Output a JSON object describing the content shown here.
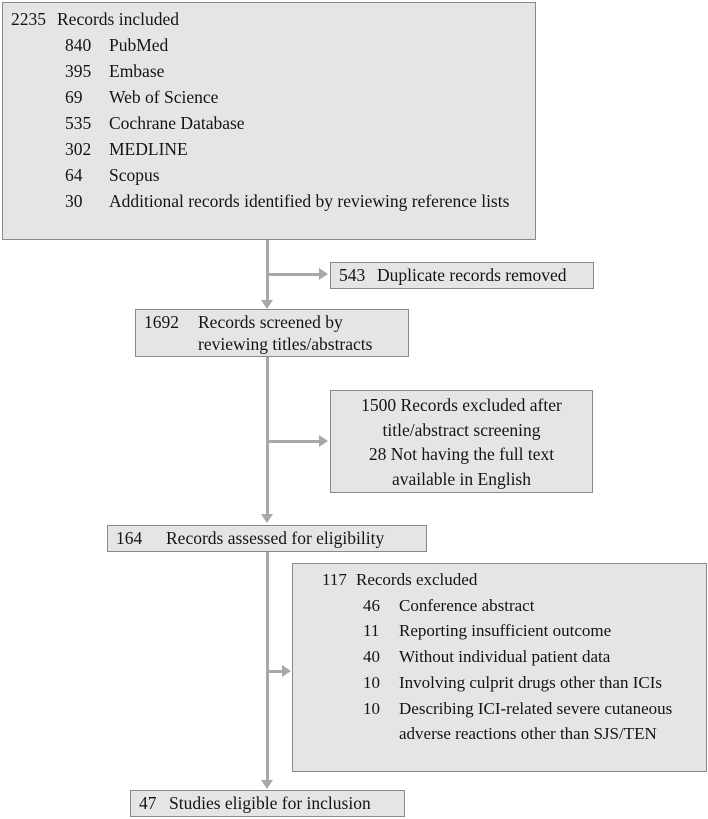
{
  "flow": {
    "included": {
      "number": "2235",
      "label": "Records included",
      "sources": [
        {
          "number": "840",
          "label": "PubMed"
        },
        {
          "number": "395",
          "label": "Embase"
        },
        {
          "number": "69",
          "label": "Web of Science"
        },
        {
          "number": "535",
          "label": "Cochrane Database"
        },
        {
          "number": "302",
          "label": "MEDLINE"
        },
        {
          "number": "64",
          "label": "Scopus"
        },
        {
          "number": "30",
          "label": "Additional records identified by reviewing reference lists"
        }
      ]
    },
    "duplicates": {
      "number": "543",
      "label": "Duplicate records removed"
    },
    "screened": {
      "number": "1692",
      "label": "Records screened by reviewing titles/abstracts"
    },
    "screening_excluded": {
      "items": [
        {
          "number": "1500",
          "label": "Records excluded after title/abstract screening"
        },
        {
          "number": "28",
          "label": "Not having the full text available in English"
        }
      ]
    },
    "assessed": {
      "number": "164",
      "label": "Records assessed for eligibility"
    },
    "eligibility_excluded": {
      "number": "117",
      "label": "Records excluded",
      "reasons": [
        {
          "number": "46",
          "label": "Conference abstract"
        },
        {
          "number": "11",
          "label": "Reporting insufficient outcome"
        },
        {
          "number": "40",
          "label": "Without individual patient data"
        },
        {
          "number": "10",
          "label": "Involving culprit drugs other than ICIs"
        },
        {
          "number": "10",
          "label": "Describing ICI-related severe cutaneous adverse reactions other than SJS/TEN"
        }
      ]
    },
    "eligible": {
      "number": "47",
      "label": "Studies eligible for inclusion"
    }
  },
  "colors": {
    "box-fill": "#e5e5e5",
    "box-border": "#8a8a8a",
    "arrow": "#a8a8a8",
    "text": "#141414"
  }
}
